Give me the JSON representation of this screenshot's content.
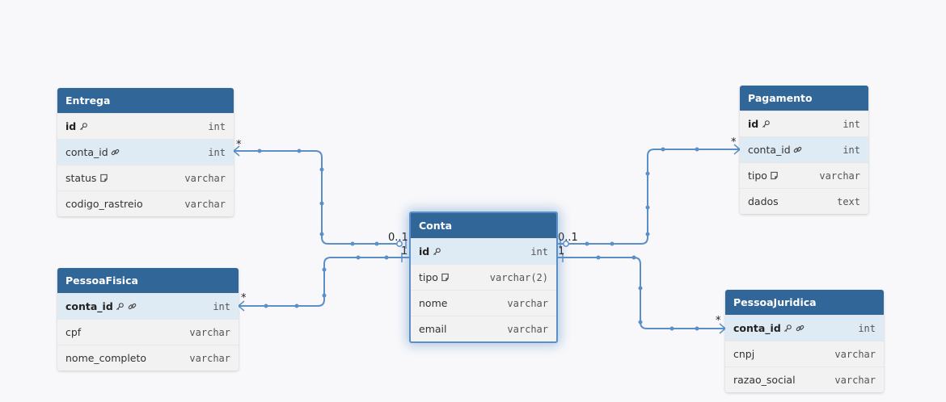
{
  "colors": {
    "header": "#316698",
    "edge": "#5b8fc7",
    "highlight": "#deeaf4"
  },
  "tables": {
    "entrega": {
      "title": "Entrega",
      "columns": [
        {
          "name": "id",
          "type": "int",
          "icons": [
            "key-icon"
          ]
        },
        {
          "name": "conta_id",
          "type": "int",
          "icons": [
            "link-icon"
          ]
        },
        {
          "name": "status",
          "type": "varchar",
          "icons": [
            "note-icon"
          ]
        },
        {
          "name": "codigo_rastreio",
          "type": "varchar",
          "icons": []
        }
      ]
    },
    "pessoafisica": {
      "title": "PessoaFisica",
      "columns": [
        {
          "name": "conta_id",
          "type": "int",
          "icons": [
            "key-icon",
            "link-icon"
          ]
        },
        {
          "name": "cpf",
          "type": "varchar",
          "icons": []
        },
        {
          "name": "nome_completo",
          "type": "varchar",
          "icons": []
        }
      ]
    },
    "conta": {
      "title": "Conta",
      "columns": [
        {
          "name": "id",
          "type": "int",
          "icons": [
            "key-icon"
          ]
        },
        {
          "name": "tipo",
          "type": "varchar(2)",
          "icons": [
            "note-icon"
          ]
        },
        {
          "name": "nome",
          "type": "varchar",
          "icons": []
        },
        {
          "name": "email",
          "type": "varchar",
          "icons": []
        }
      ]
    },
    "pagamento": {
      "title": "Pagamento",
      "columns": [
        {
          "name": "id",
          "type": "int",
          "icons": [
            "key-icon"
          ]
        },
        {
          "name": "conta_id",
          "type": "int",
          "icons": [
            "link-icon"
          ]
        },
        {
          "name": "tipo",
          "type": "varchar",
          "icons": [
            "note-icon"
          ]
        },
        {
          "name": "dados",
          "type": "text",
          "icons": []
        }
      ]
    },
    "pessoajuridica": {
      "title": "PessoaJuridica",
      "columns": [
        {
          "name": "conta_id",
          "type": "int",
          "icons": [
            "key-icon",
            "link-icon"
          ]
        },
        {
          "name": "cnpj",
          "type": "varchar",
          "icons": []
        },
        {
          "name": "razao_social",
          "type": "varchar",
          "icons": []
        }
      ]
    }
  },
  "relations": {
    "entrega_conta": {
      "from_label": "*",
      "to_label": "0..1"
    },
    "pessoafisica_conta": {
      "from_label": "*",
      "to_label": "1"
    },
    "pagamento_conta": {
      "from_label": "*",
      "to_label": "0..1"
    },
    "pessoajuridica_conta": {
      "from_label": "*",
      "to_label": "1"
    }
  }
}
